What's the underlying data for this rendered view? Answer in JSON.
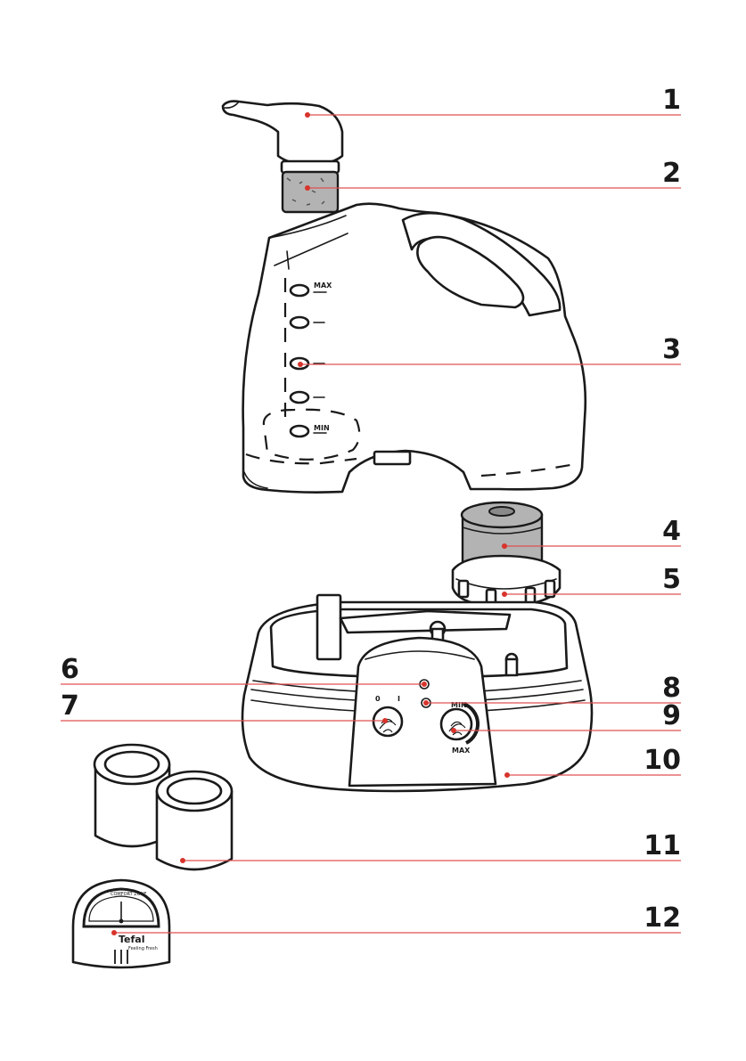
{
  "callouts": [
    {
      "number": "1",
      "part": "nozzle"
    },
    {
      "number": "2",
      "part": "filter"
    },
    {
      "number": "3",
      "part": "water-level-indicator"
    },
    {
      "number": "4",
      "part": "cartridge"
    },
    {
      "number": "5",
      "part": "cartridge-holder"
    },
    {
      "number": "6",
      "part": "power-indicator"
    },
    {
      "number": "7",
      "part": "on-off-switch"
    },
    {
      "number": "8",
      "part": "water-indicator"
    },
    {
      "number": "9",
      "part": "output-control-knob"
    },
    {
      "number": "10",
      "part": "base"
    },
    {
      "number": "11",
      "part": "spare-cartridges"
    },
    {
      "number": "12",
      "part": "hygrometer"
    }
  ],
  "tank_labels": {
    "max": "MAX",
    "min": "MIN"
  },
  "control_labels": {
    "switch_off": "0",
    "switch_on": "I",
    "knob_min": "MIN",
    "knob_max": "MAX"
  },
  "hygrometer": {
    "brand": "Tefal",
    "tagline": "Feeling Fresh",
    "scale": "COMFORT ZONE"
  },
  "colors": {
    "leader": "#e05050",
    "dot": "#d8342c",
    "outline": "#1a1a1a",
    "filter_grey": "#b3b3b3"
  }
}
